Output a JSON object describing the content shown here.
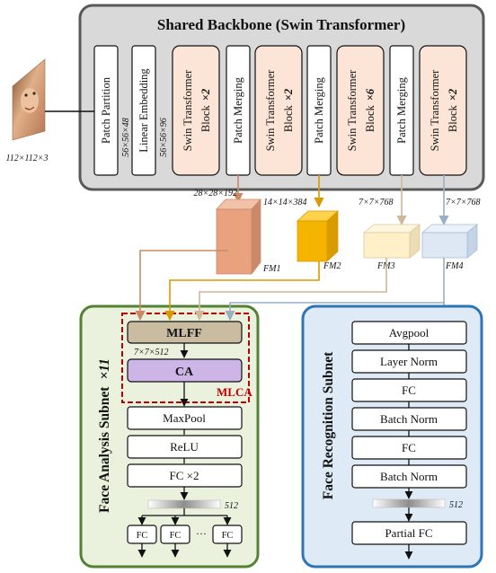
{
  "backbone": {
    "title": "Shared Backbone (Swin Transformer)",
    "blocks": [
      {
        "label": "Patch Partition",
        "kind": "plain"
      },
      {
        "label": "Linear Embedding",
        "kind": "plain"
      },
      {
        "label": "Swin Transformer",
        "sub": "Block",
        "mult": "×2",
        "kind": "swin"
      },
      {
        "label": "Patch Merging",
        "kind": "plain"
      },
      {
        "label": "Swin Transformer",
        "sub": "Block",
        "mult": "×2",
        "kind": "swin"
      },
      {
        "label": "Patch Merging",
        "kind": "plain"
      },
      {
        "label": "Swin Transformer",
        "sub": "Block",
        "mult": "×6",
        "kind": "swin"
      },
      {
        "label": "Patch Merging",
        "kind": "plain"
      },
      {
        "label": "Swin Transformer",
        "sub": "Block",
        "mult": "×2",
        "kind": "swin"
      }
    ],
    "dims_between": [
      "56×56×48",
      "56×56×96"
    ]
  },
  "input": {
    "size_label": "112×112×3"
  },
  "feature_maps": [
    {
      "name": "FM1",
      "dims": "28×28×192",
      "color": "#E8A27E"
    },
    {
      "name": "FM2",
      "dims": "14×14×384",
      "color": "#F5B400"
    },
    {
      "name": "FM3",
      "dims": "7×7×768",
      "color": "#FFF0C8"
    },
    {
      "name": "FM4",
      "dims": "7×7×768",
      "color": "#DDE8F4"
    }
  ],
  "face_analysis": {
    "title": "Face Analysis Subnet",
    "mult": "×11",
    "mlff": "MLFF",
    "mlff_out": "7×7×512",
    "ca": "CA",
    "mlca": "MLCA",
    "layers": [
      "MaxPool",
      "ReLU",
      "FC ×2"
    ],
    "vector_dim": "512",
    "heads": [
      "FC",
      "FC",
      "···",
      "FC"
    ]
  },
  "face_recognition": {
    "title": "Face Recognition Subnet",
    "layers": [
      "Avgpool",
      "Layer Norm",
      "FC",
      "Batch Norm",
      "FC",
      "Batch Norm"
    ],
    "vector_dim": "512",
    "output": "Partial FC"
  },
  "colors": {
    "backbone_bg": "#D9D9D9",
    "swin_fill": "#FCE4D6",
    "analysis_bg": "#EAF1DD",
    "analysis_border": "#548235",
    "recognition_bg": "#DEEBF7",
    "recognition_border": "#2E75B6",
    "mlff_fill": "#C9BCA0",
    "ca_fill": "#CDB5E8",
    "mlca_red": "#C00000"
  }
}
